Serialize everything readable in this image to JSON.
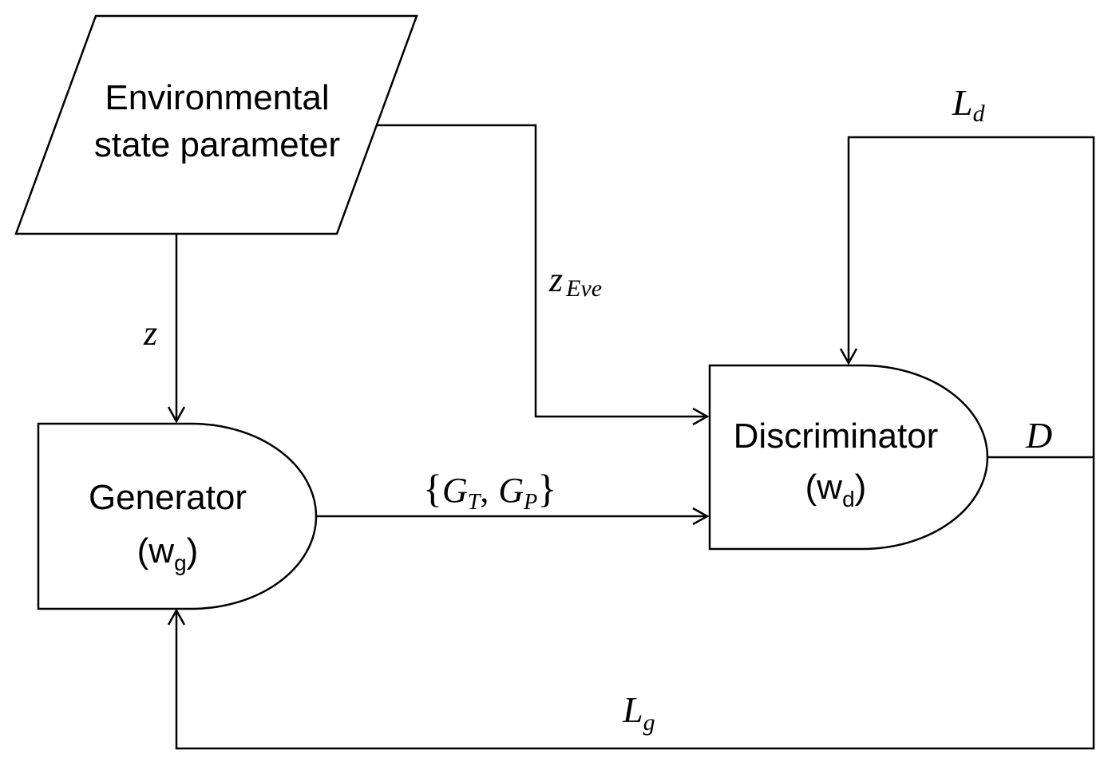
{
  "blocks": {
    "environment": {
      "line1": "Environmental",
      "line2": "state parameter"
    },
    "generator": {
      "title": "Generator",
      "weight_open": "(w",
      "weight_sub": "g",
      "weight_close": ")"
    },
    "discriminator": {
      "title": "Discriminator",
      "weight_open": "(w",
      "weight_sub": "d",
      "weight_close": ")"
    }
  },
  "signals": {
    "z": {
      "base": "z"
    },
    "z_eve": {
      "base": "z",
      "sub": "Eve"
    },
    "generated": {
      "open_brace": "{",
      "g1_base": "G",
      "g1_sub": "T",
      "comma": ",",
      "g2_base": "G",
      "g2_sub": "P",
      "close_brace": "}"
    },
    "d": {
      "base": "D"
    },
    "l_d": {
      "base": "L",
      "sub": "d"
    },
    "l_g": {
      "base": "L",
      "sub": "g"
    }
  },
  "colors": {
    "stroke": "#000000",
    "background": "#ffffff"
  }
}
